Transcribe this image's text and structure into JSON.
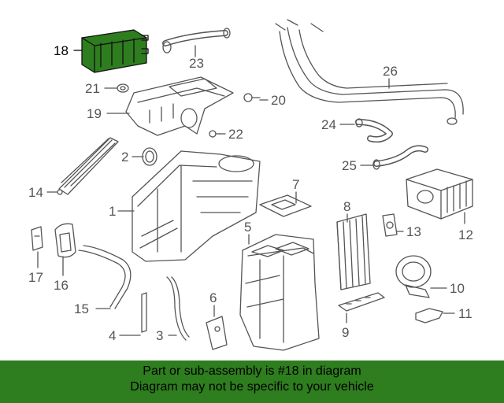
{
  "diagram": {
    "callouts": {
      "c1": "1",
      "c2": "2",
      "c3": "3",
      "c4": "4",
      "c5": "5",
      "c6": "6",
      "c7": "7",
      "c8": "8",
      "c9": "9",
      "c10": "10",
      "c11": "11",
      "c12": "12",
      "c13": "13",
      "c14": "14",
      "c15": "15",
      "c16": "16",
      "c17": "17",
      "c18": "18",
      "c19": "19",
      "c20": "20",
      "c21": "21",
      "c22": "22",
      "c23": "23",
      "c24": "24",
      "c25": "25",
      "c26": "26"
    },
    "highlight_part": "18",
    "colors": {
      "highlight": "#2e7d1e",
      "line": "#555555",
      "banner": "#2e7d1e"
    }
  },
  "banner": {
    "line1": "Part or sub-assembly is #18 in diagram",
    "line2": "Diagram may not be specific to your vehicle"
  }
}
